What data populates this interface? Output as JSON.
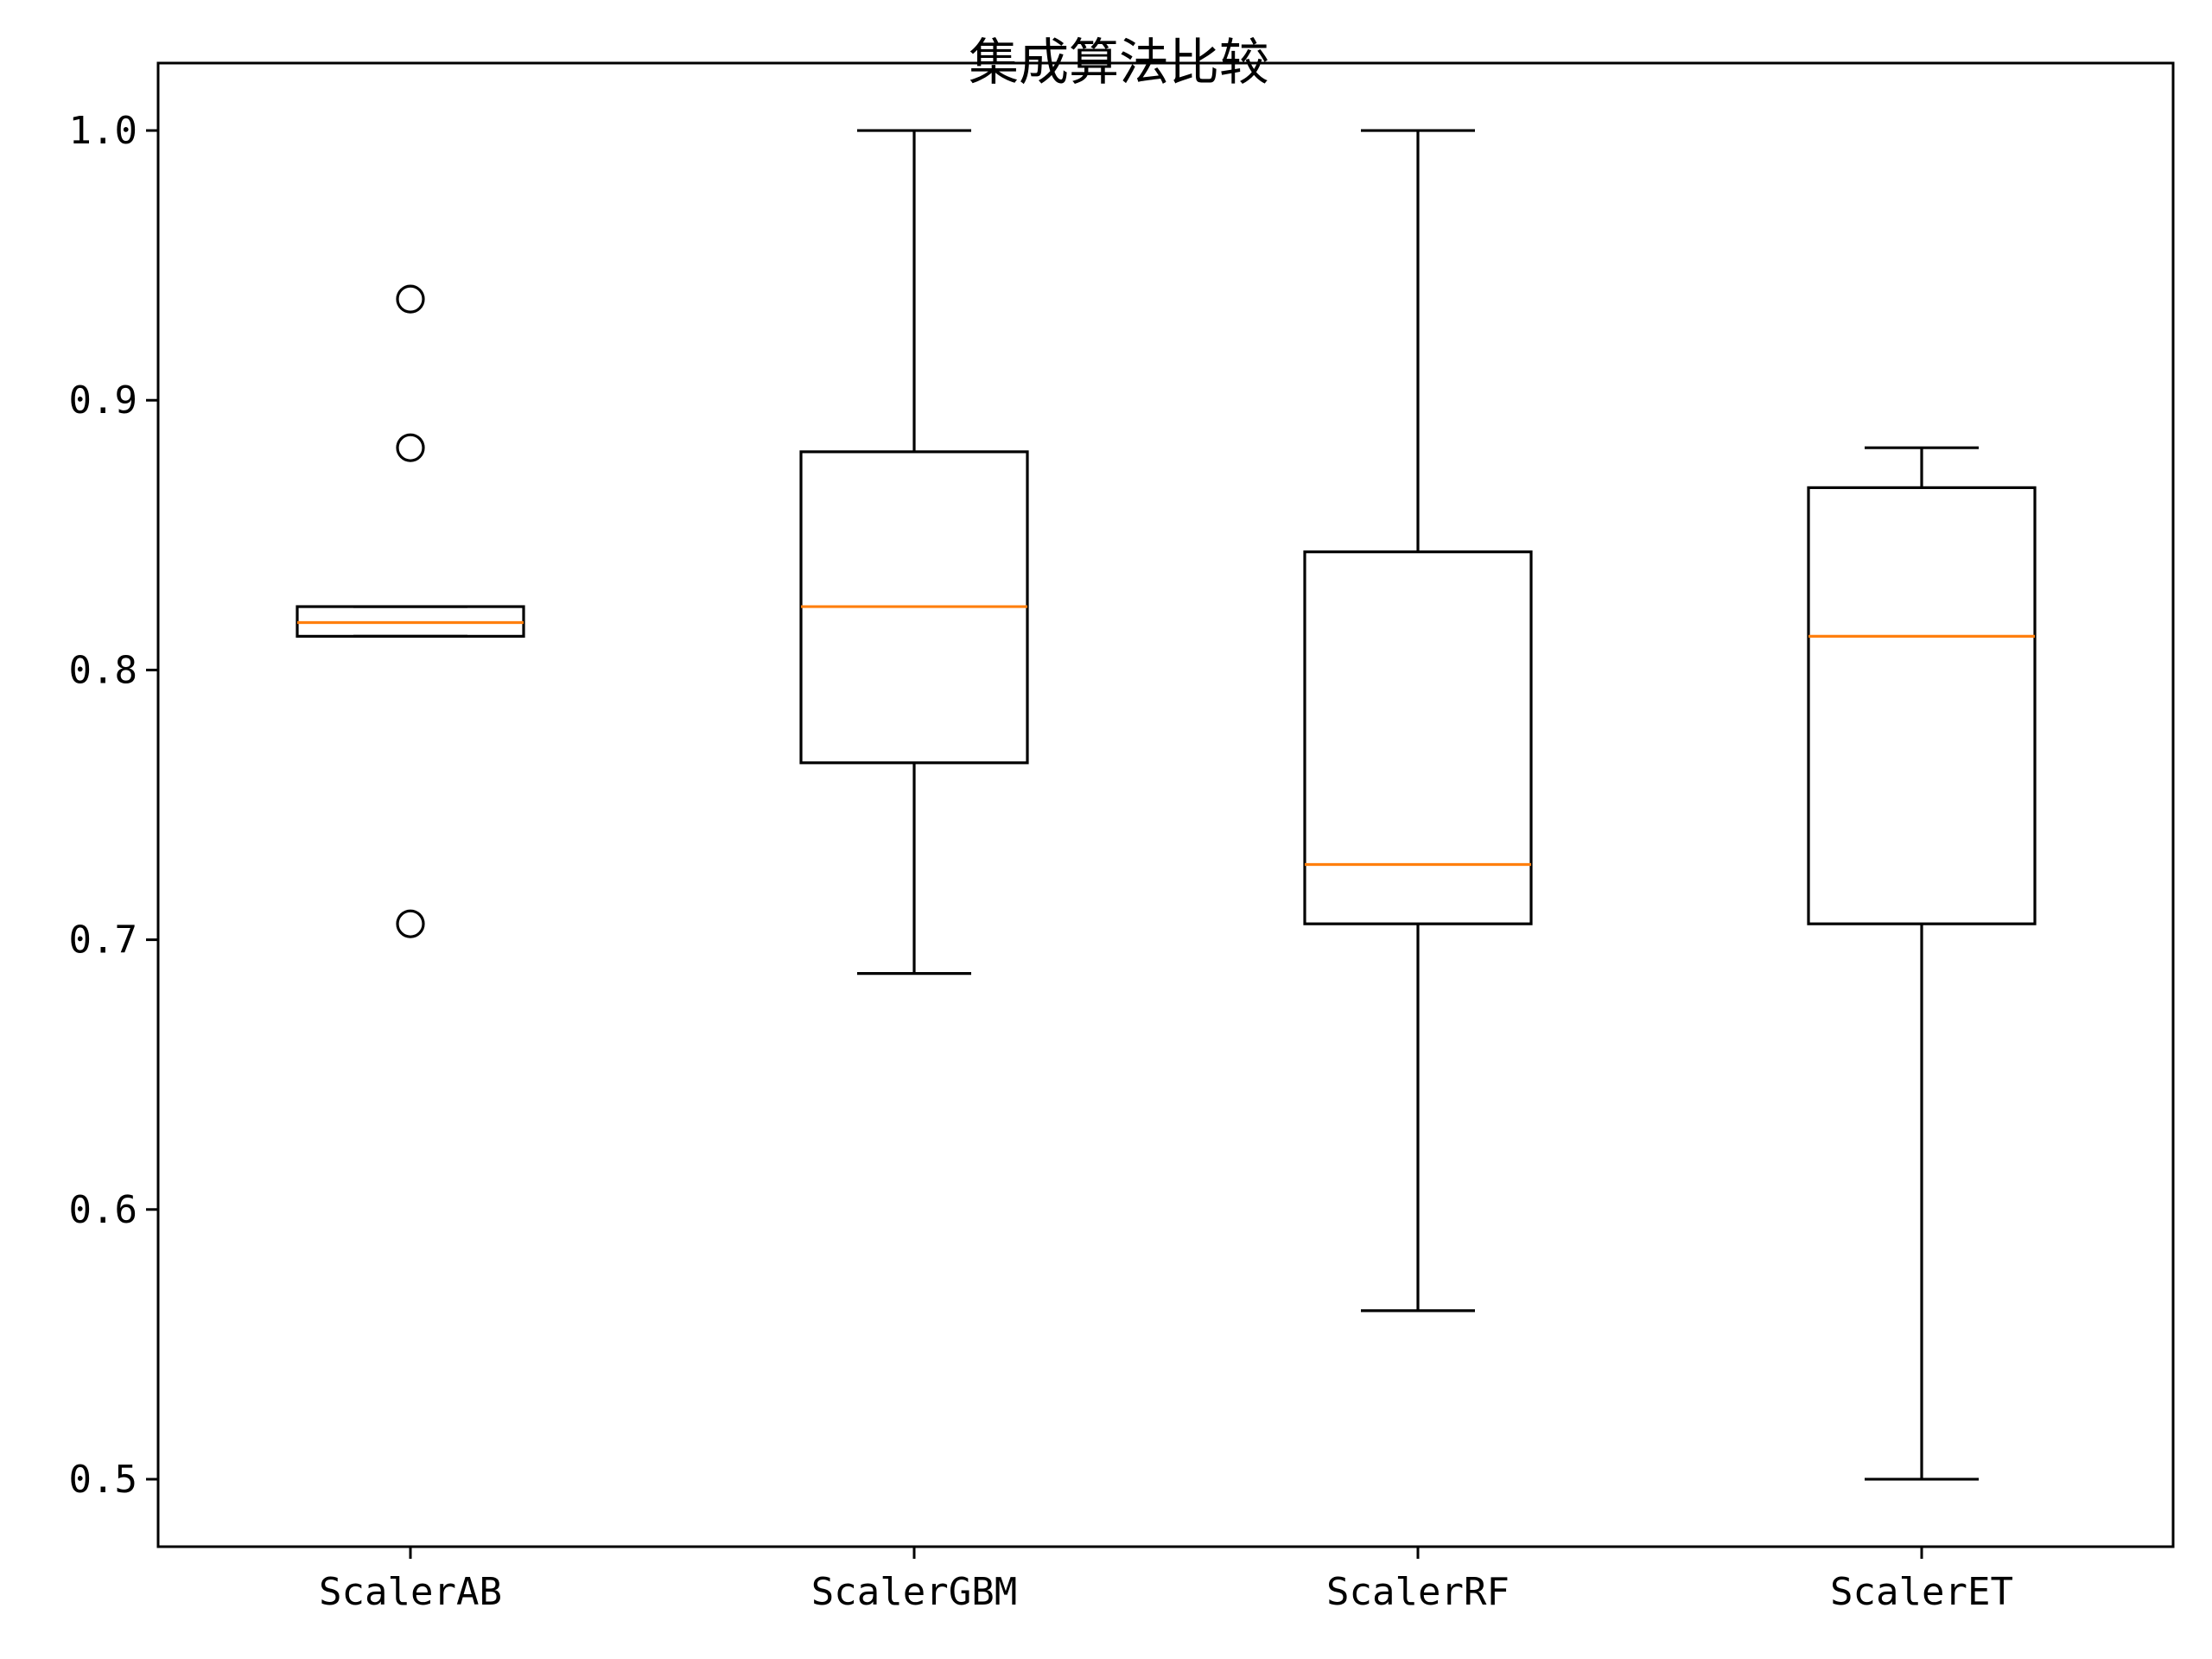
{
  "chart_data": {
    "type": "box",
    "title": "集成算法比较",
    "xlabel": "",
    "ylabel": "",
    "ylim": [
      0.475,
      1.025
    ],
    "yticks": [
      0.5,
      0.6,
      0.7,
      0.8,
      0.9,
      1.0
    ],
    "ytick_labels": [
      "0.5",
      "0.6",
      "0.7",
      "0.8",
      "0.9",
      "1.0"
    ],
    "grid": false,
    "categories": [
      "ScalerAB",
      "ScalerGBM",
      "ScalerRF",
      "ScalerET"
    ],
    "boxes": [
      {
        "name": "ScalerAB",
        "whisker_low": 0.8125,
        "q1": 0.8125,
        "median": 0.8176,
        "q3": 0.8235,
        "whisker_high": 0.8235,
        "outliers": [
          0.9375,
          0.8824,
          0.7059
        ]
      },
      {
        "name": "ScalerGBM",
        "whisker_low": 0.6875,
        "q1": 0.7656,
        "median": 0.8235,
        "q3": 0.8809,
        "whisker_high": 1.0,
        "outliers": []
      },
      {
        "name": "ScalerRF",
        "whisker_low": 0.5625,
        "q1": 0.7059,
        "median": 0.7279,
        "q3": 0.8438,
        "whisker_high": 1.0,
        "outliers": []
      },
      {
        "name": "ScalerET",
        "whisker_low": 0.5,
        "q1": 0.7059,
        "median": 0.8125,
        "q3": 0.8676,
        "whisker_high": 0.8824,
        "outliers": []
      }
    ],
    "colors": {
      "box": "#000000",
      "median": "#ff7f0e",
      "outlier": "#000000",
      "background": "#ffffff"
    }
  }
}
